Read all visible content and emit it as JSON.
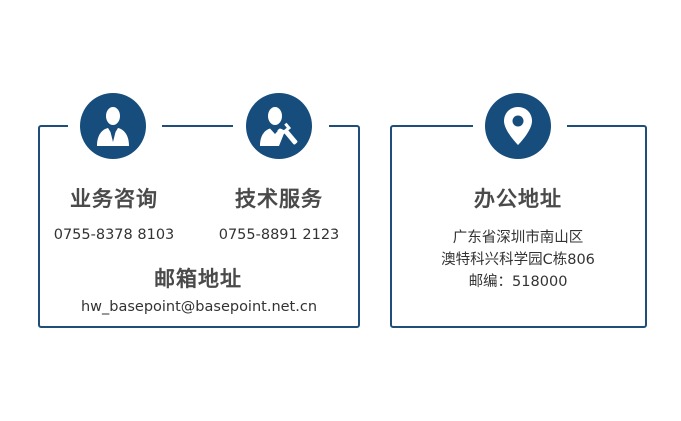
{
  "colors": {
    "accent": "#174d7c",
    "border": "#1f4e79",
    "heading_text": "#4a4a4a",
    "body_text": "#333333"
  },
  "consult": {
    "icon": "user-tie-icon",
    "title": "业务咨询",
    "phone": "0755-8378 8103"
  },
  "tech": {
    "icon": "wrench-user-icon",
    "title": "技术服务",
    "phone": "0755-8891 2123"
  },
  "email": {
    "title": "邮箱地址",
    "address": "hw_basepoint@basepoint.net.cn"
  },
  "office": {
    "icon": "location-pin-icon",
    "title": "办公地址",
    "line1": "广东省深圳市南山区",
    "line2": "澳特科兴科学园C栋806",
    "postcode": "邮编：518000"
  }
}
